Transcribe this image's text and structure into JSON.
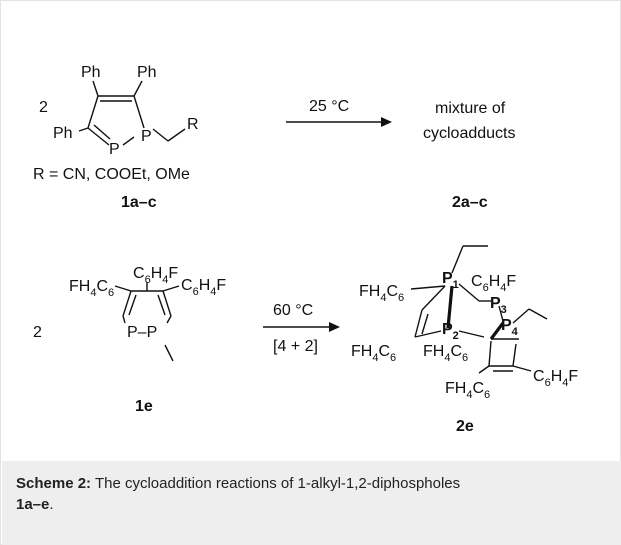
{
  "scheme": {
    "top_reaction": {
      "coefficient": "2",
      "substituents": {
        "ph_top_left": "Ph",
        "ph_top_right": "Ph",
        "ph_bottom_left": "Ph",
        "p_ring": "P",
        "p_chain": "P",
        "r_group": "R"
      },
      "r_definition": "R = CN, COOEt, OMe",
      "reactant_label": "1a–c",
      "condition": "25 °C",
      "product_line1": "mixture of",
      "product_line2": "cycloadducts",
      "product_label": "2a–c"
    },
    "bottom_reaction": {
      "coefficient": "2",
      "reactant_label": "1e",
      "condition_top": "60 °C",
      "condition_bottom": "[4 + 2]",
      "product_label": "2e",
      "groups": {
        "c6": "C",
        "h4": "H",
        "f": "F",
        "fh4": "FH",
        "four": "4",
        "six": "6",
        "p": "P",
        "pp": "P–P"
      },
      "p_numbers": [
        "1",
        "2",
        "3",
        "4"
      ]
    }
  },
  "caption": {
    "scheme_label": "Scheme 2:",
    "text": " The cycloaddition reactions of 1-alkyl-1,2-diphospholes ",
    "compounds": "1a–e",
    "end": "."
  }
}
